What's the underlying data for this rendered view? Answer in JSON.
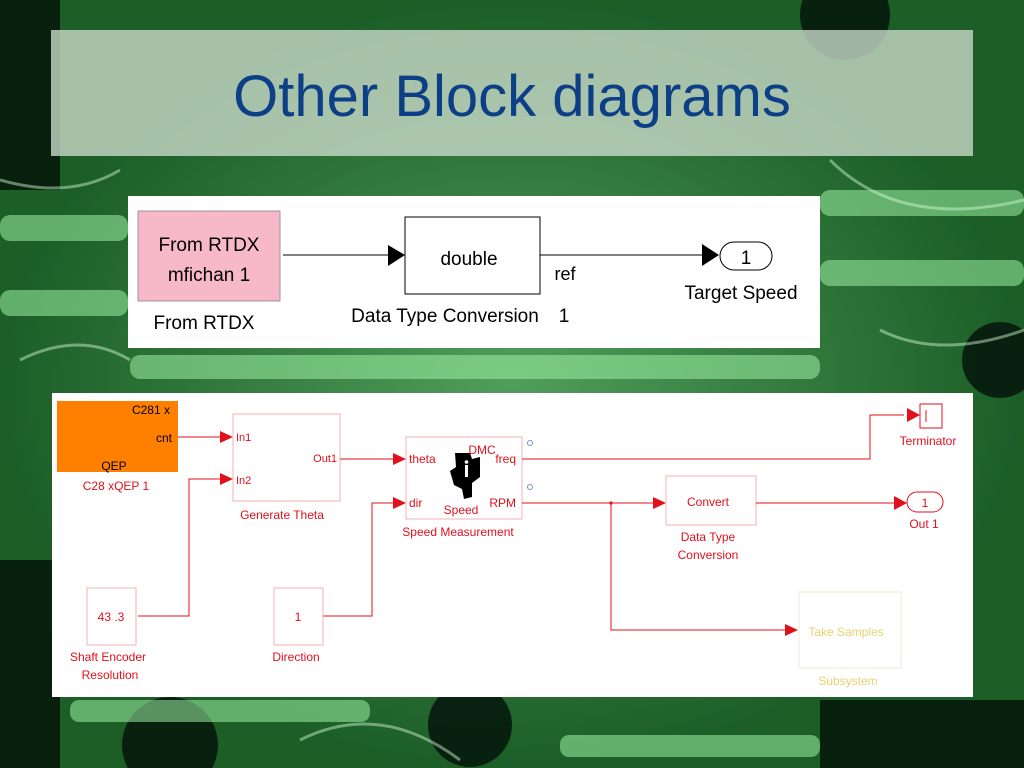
{
  "slide": {
    "title": "Other Block diagrams"
  },
  "colors": {
    "title": "#0d3f86",
    "wire": "#e0101c",
    "orange": "#ff7f00",
    "pink": "#f7b8c8",
    "yellow_text": "#e8d070"
  },
  "diagram1": {
    "from_rtdx": {
      "line1": "From RTDX",
      "line2": "mfichan 1",
      "caption": "From RTDX"
    },
    "convert": {
      "label": "double",
      "caption": "Data Type Conversion",
      "caption_num": "1"
    },
    "signal_label": "ref",
    "outport": {
      "num": "1",
      "caption": "Target Speed"
    }
  },
  "diagram2": {
    "qep": {
      "header": "C281 x",
      "port": "cnt",
      "name": "QEP",
      "caption": "C28 xQEP 1"
    },
    "gen_theta": {
      "in1": "In1",
      "in2": "In2",
      "out1": "Out1",
      "caption": "Generate Theta"
    },
    "speed_meas": {
      "in_theta": "theta",
      "in_dir": "dir",
      "dmc": "DMC",
      "out_freq": "freq",
      "out_rpm": "RPM",
      "inner": "Speed",
      "caption": "Speed Measurement",
      "logo": "ti-logo-icon"
    },
    "terminator": {
      "caption": "Terminator"
    },
    "dtc": {
      "label": "Convert",
      "caption_line1": "Data Type",
      "caption_line2": "Conversion"
    },
    "out1": {
      "num": "1",
      "caption": "Out 1"
    },
    "resolution": {
      "value": "43 .3",
      "caption_line1": "Shaft  Encoder",
      "caption_line2": "Resolution"
    },
    "direction": {
      "value": "1",
      "caption": "Direction"
    },
    "subsystem": {
      "label": "Take Samples",
      "caption": "Subsystem"
    }
  }
}
